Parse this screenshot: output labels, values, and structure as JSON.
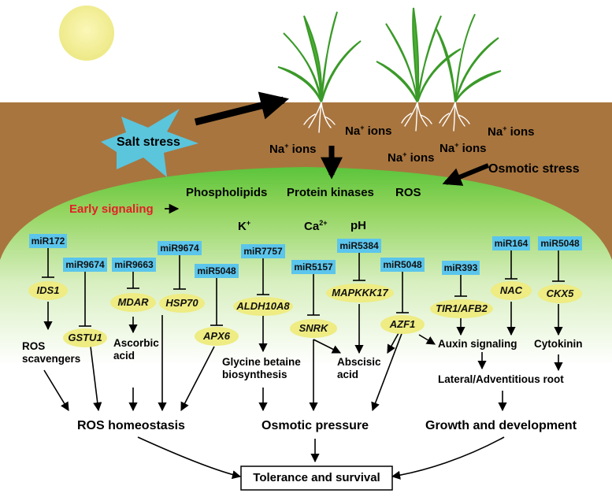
{
  "diagram": {
    "salt_stress": "Salt stress",
    "osmotic_stress": "Osmotic stress",
    "na_ions": [
      "Na",
      "Na",
      "Na",
      "Na",
      "Na"
    ],
    "na_suffix": "+",
    "ions_word": "ions",
    "early_signaling": "Early signaling",
    "signals": {
      "phospholipids": "Phospholipids",
      "protein_kinases": "Protein kinases",
      "ros": "ROS",
      "k": "K",
      "ca": "Ca",
      "ca_sup": "2+",
      "ph": "pH"
    },
    "mirnas": [
      "miR172",
      "miR9674",
      "miR9663",
      "miR9674",
      "miR5048",
      "miR7757",
      "miR5157",
      "miR5384",
      "miR5048",
      "miR393",
      "miR164",
      "miR5048"
    ],
    "genes": [
      "IDS1",
      "GSTU1",
      "MDAR",
      "HSP70",
      "APX6",
      "ALDH10A8",
      "SNRK",
      "MAPKKK17",
      "AZF1",
      "TIR1/AFB2",
      "NAC",
      "CKX5"
    ],
    "processes": {
      "ros_scavengers": [
        "ROS",
        "scavengers"
      ],
      "ascorbic_acid": [
        "Ascorbic",
        "acid"
      ],
      "glycine_betaine": [
        "Glycine betaine",
        "biosynthesis"
      ],
      "abscisic_acid": [
        "Abscisic",
        "acid"
      ],
      "auxin_signaling": "Auxin signaling",
      "cytokinin": "Cytokinin",
      "lateral_root": "Lateral/Adventitious root"
    },
    "outcomes": {
      "ros_homeostasis": "ROS homeostasis",
      "osmotic_pressure": "Osmotic pressure",
      "growth": "Growth and development"
    },
    "final": "Tolerance and survival"
  }
}
